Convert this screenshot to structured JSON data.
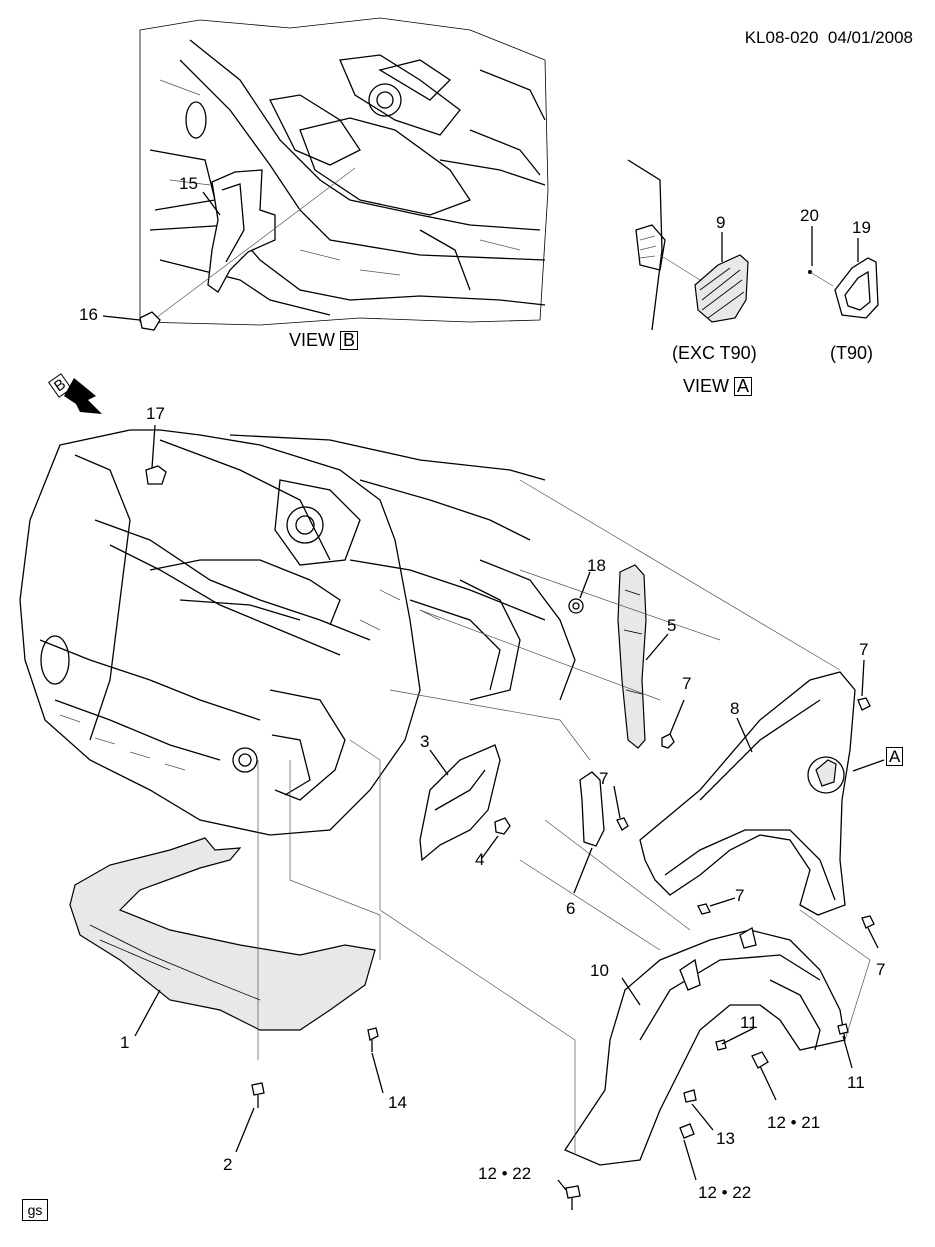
{
  "header": {
    "code": "KL08-020",
    "date": "04/01/2008"
  },
  "views": {
    "b": {
      "prefix": "VIEW",
      "letter": "B"
    },
    "a": {
      "prefix": "VIEW",
      "letter": "A",
      "variant_left": "(EXC T90)",
      "variant_right": "(T90)"
    }
  },
  "view_markers": {
    "b_arrow_letter": "B",
    "a_callout_letter": "A"
  },
  "footer": {
    "badge": "gs"
  },
  "callouts": {
    "c1": "1",
    "c2": "2",
    "c3": "3",
    "c4": "4",
    "c5": "5",
    "c6": "6",
    "c7a": "7",
    "c7b": "7",
    "c7c": "7",
    "c7d": "7",
    "c7e": "7",
    "c8": "8",
    "c9": "9",
    "c10": "10",
    "c11a": "11",
    "c11b": "11",
    "c12_21": "12 • 21",
    "c12_22a": "12 • 22",
    "c12_22b": "12 • 22",
    "c13": "13",
    "c14": "14",
    "c15": "15",
    "c16": "16",
    "c17": "17",
    "c18": "18",
    "c19": "19",
    "c20": "20"
  },
  "icons": {
    "view_arrow": "arrow-icon",
    "fasteners": "fastener-icon"
  }
}
